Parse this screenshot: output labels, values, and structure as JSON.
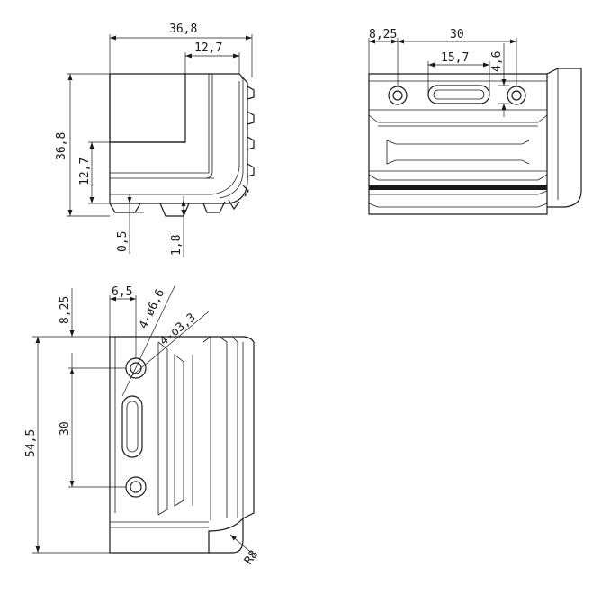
{
  "views": {
    "front": {
      "dims": {
        "width_total": "36,8",
        "width_top": "12,7",
        "height_total": "36,8",
        "height_arm": "12,7",
        "offset_small": "0,5",
        "offset_base": "1,8"
      }
    },
    "top": {
      "dims": {
        "edge_to_hole": "8,25",
        "hole_spacing": "30",
        "slot_length": "15,7",
        "slot_width": "4,6"
      }
    },
    "side": {
      "dims": {
        "edge_to_hole": "6,5",
        "top_offset": "8,25",
        "counterbore": "4-ø6,6",
        "hole": "4-ø3,3",
        "hole_spacing": "30",
        "height_total": "54,5",
        "radius": "R8"
      }
    }
  }
}
